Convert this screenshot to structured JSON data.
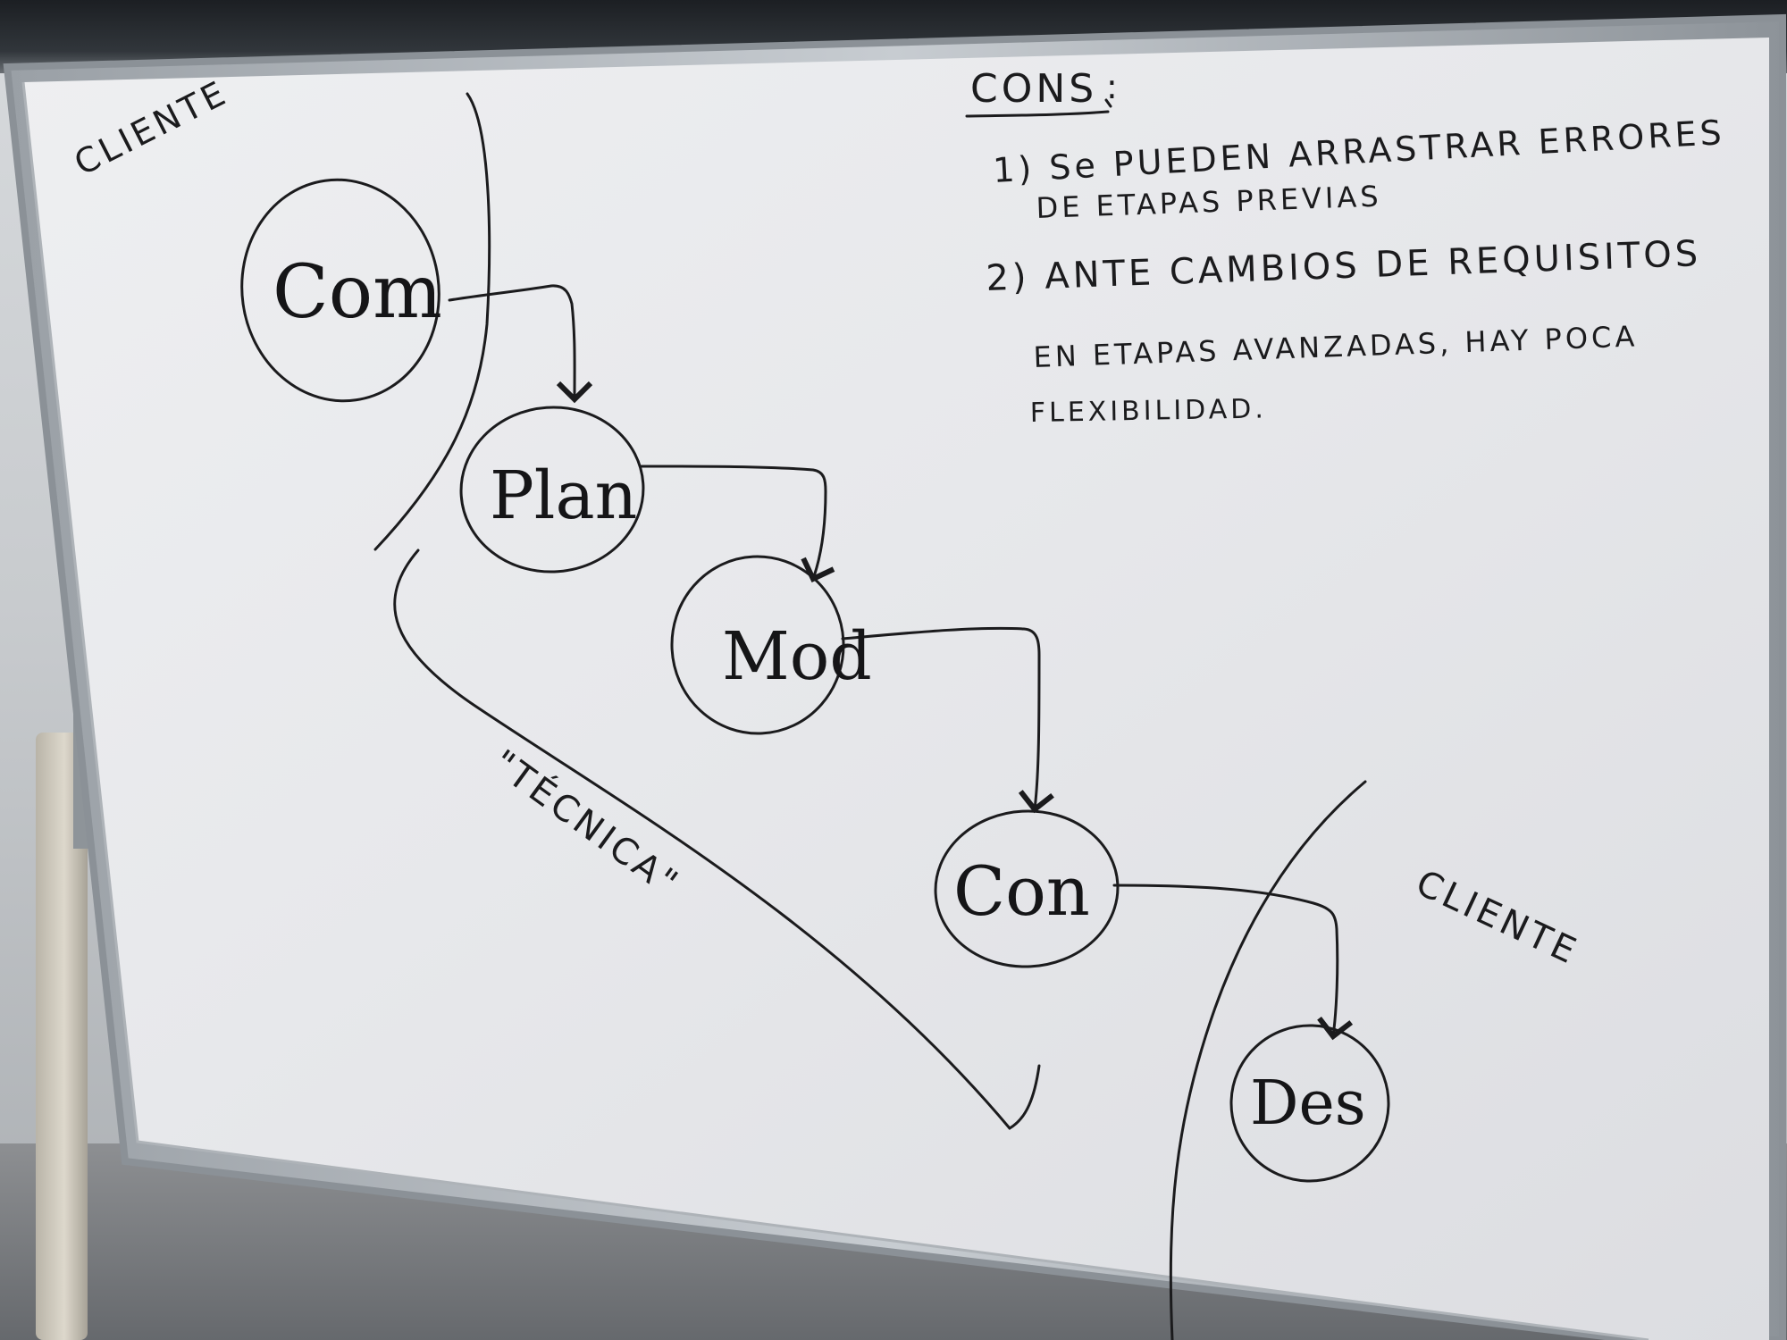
{
  "cliente_top": "CLIENTE",
  "cliente_bottom": "CLIENTE",
  "tecnica": "\"TÉCNICA\"",
  "nodes": {
    "com": "Com",
    "plan": "Plan",
    "mod": "Mod",
    "con": "Con",
    "des": "Des"
  },
  "cons": {
    "title": "CONS",
    "title_colon": ":",
    "item1_line1": "1) Se PUEDEN ARRASTRAR ERRORES",
    "item1_line2": "DE ETAPAS PREVIAS",
    "item2_line1": "2) ANTE CAMBIOS DE REQUISITOS",
    "item2_line2": "EN ETAPAS AVANZADAS, HAY POCA",
    "item2_line3": "FLEXIBILIDAD."
  }
}
